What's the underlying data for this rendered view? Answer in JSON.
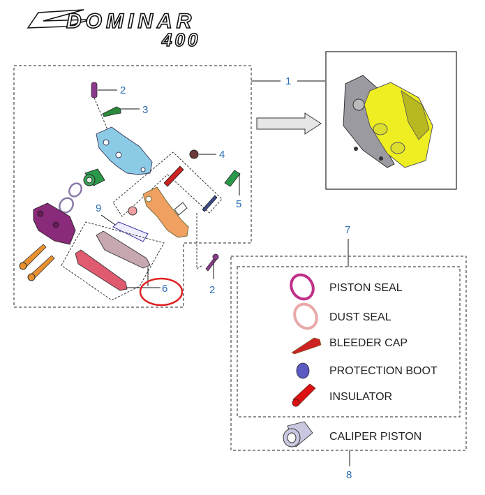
{
  "logo": {
    "brand": "DOMINAR",
    "model": "400"
  },
  "callouts": {
    "assembly": "1",
    "bleeder_screw_top": "2",
    "bleeder_cap": "3",
    "protection_boot": "4",
    "insulator": "5",
    "brake_pads": "6",
    "seal_kit": "7",
    "piston_kit": "8",
    "pad_spring": "9",
    "mounting_bolt": "2"
  },
  "legend": {
    "items": [
      {
        "label": "PISTON SEAL",
        "icon": "piston-seal-ring",
        "color": "#c0308a"
      },
      {
        "label": "DUST SEAL",
        "icon": "dust-seal-ring",
        "color": "#e8a8a8"
      },
      {
        "label": "BLEEDER CAP",
        "icon": "bleeder-cap",
        "color": "#cc2222"
      },
      {
        "label": "PROTECTION BOOT",
        "icon": "protection-boot",
        "color": "#4a4ab0"
      },
      {
        "label": "INSULATOR",
        "icon": "insulator",
        "color": "#dd1111"
      }
    ],
    "outer_item": {
      "label": "CALIPER PISTON",
      "icon": "caliper-piston",
      "color": "#c8c8e0"
    }
  },
  "colors": {
    "callout_text": "#2a6cb0",
    "highlight_circle": "#e02020",
    "caliper_body": "#8ccbe6",
    "caliper_outer": "#8a2a7a",
    "bracket": "#f0a060",
    "assembly_yellow": "#f0f020"
  }
}
